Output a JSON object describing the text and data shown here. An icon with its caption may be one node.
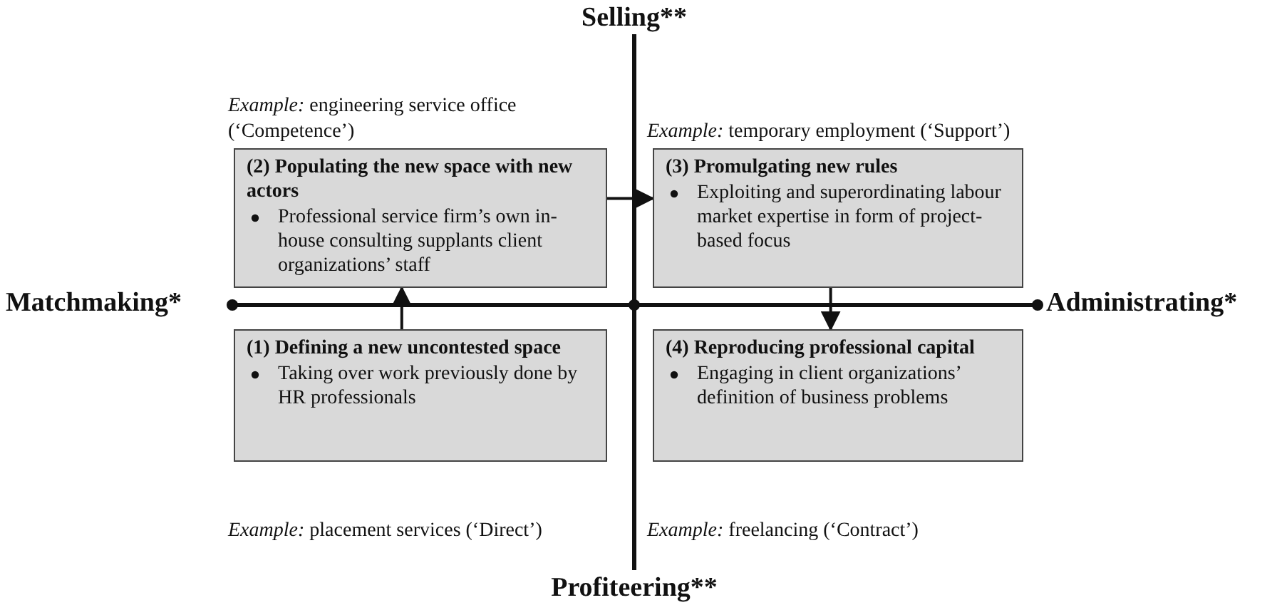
{
  "diagram": {
    "nodes": [
      {
        "text": [
          "(2) Populating the new space with new actors",
          "Professional service firm’s own in-house consulting supplants client organizations’ staff"
        ],
        "beside": [
          "*Example:* engineering service office (‘Competence’)"
        ]
      },
      {
        "text": [
          "(3) Promulgating new rules",
          "Exploiting and superordinating labour market expertise in form of project-based focus"
        ],
        "beside": [
          "*Example:* temporary employment (‘Support’)"
        ]
      },
      {
        "text": [
          "(1) Defining a new uncontested space",
          "Taking over work previously done by HR professionals"
        ],
        "beside": [
          "*Example:* placement services (‘Direct’)"
        ]
      },
      {
        "text": [
          "(4) Reproducing professional capital",
          "Engaging in client organizations’ definition of business problems"
        ],
        "beside": [
          "*Example:* freelancing (‘Contract’)"
        ]
      }
    ],
    "edges": [
      {
        "from": 2,
        "to": 0,
        "arrow": "to"
      },
      {
        "from": 0,
        "to": 1,
        "arrow": "to"
      },
      {
        "from": 1,
        "to": 3,
        "arrow": "to"
      }
    ],
    "labels": [
      "Selling**",
      "Matchmaking*",
      "Administrating*",
      "Profiteering**"
    ]
  }
}
